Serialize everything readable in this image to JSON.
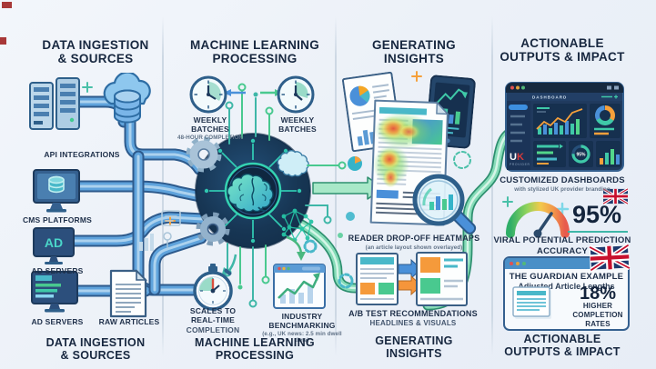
{
  "palette": {
    "ink": "#17273f",
    "muted": "#5f7186",
    "blue": "#4a90d9",
    "navy": "#1b3458",
    "teal": "#3fb7a8",
    "mint": "#7fd8b5",
    "green": "#49c98f",
    "orange": "#f5953b",
    "red": "#c8102e",
    "dashboard_bg": "#1d3455"
  },
  "col1": {
    "header1": "DATA INGESTION",
    "header2": "& SOURCES",
    "api_label": "API INTEGRATIONS",
    "cms_label": "CMS PLATFORMS",
    "ad1_label": "AD SERVERS",
    "ad2_label": "AD SERVERS",
    "raw_label": "RAW ARTICLES",
    "ad_screen_text": "AD",
    "footer1": "DATA INGESTION",
    "footer2": "& SOURCES"
  },
  "col2": {
    "header1": "MACHINE LEARNING",
    "header2": "PROCESSING",
    "batch1_line1": "WEEKLY",
    "batch1_line2": "BATCHES",
    "batch1_sub": "48-HOUR COMPLETION",
    "batch2_line1": "WEEKLY",
    "batch2_line2": "BATCHES",
    "scales1": "SCALES TO",
    "scales2": "REAL-TIME",
    "scales3": "COMPLETION",
    "industry1": "INDUSTRY",
    "industry2": "BENCHMARKING",
    "industry_sub": "(e.g., UK news: 2.5 min dwell time)",
    "footer1": "MACHINE LEARNING",
    "footer2": "PROCESSING"
  },
  "col3": {
    "header1": "GENERATING",
    "header2": "INSIGHTS",
    "heatmap_label": "READER DROP-OFF HEATMAPS",
    "heatmap_sub": "(an article layout shown overlayed)",
    "abtest_label": "A/B TEST RECOMMENDATIONS",
    "abtest_sub": "HEADLINES & VISUALS",
    "footer1": "GENERATING",
    "footer2": "INSIGHTS"
  },
  "col4": {
    "header1": "ACTIONABLE",
    "header2": "OUTPUTS & IMPACT",
    "dashboards_label": "CUSTOMIZED DASHBOARDS",
    "dashboards_sub": "with stylized UK provider branding",
    "accuracy_value": "95%",
    "accuracy_label1": "VIRAL POTENTIAL PREDICTION",
    "accuracy_label2": "ACCURACY",
    "guardian_title": "THE GUARDIAN EXAMPLE",
    "guardian_sub": "Adjusted Article Lengths",
    "lift_value": "18%",
    "lift_label1": "HIGHER",
    "lift_label2": "COMPLETION",
    "lift_label3": "RATES",
    "dash_title": "DASHBOARD",
    "dash_gauge_value": "95%",
    "logo_u": "U",
    "logo_k": "K",
    "logo_sub": "PROVIDER",
    "footer1": "ACTIONABLE",
    "footer2": "OUTPUTS & IMPACT"
  }
}
